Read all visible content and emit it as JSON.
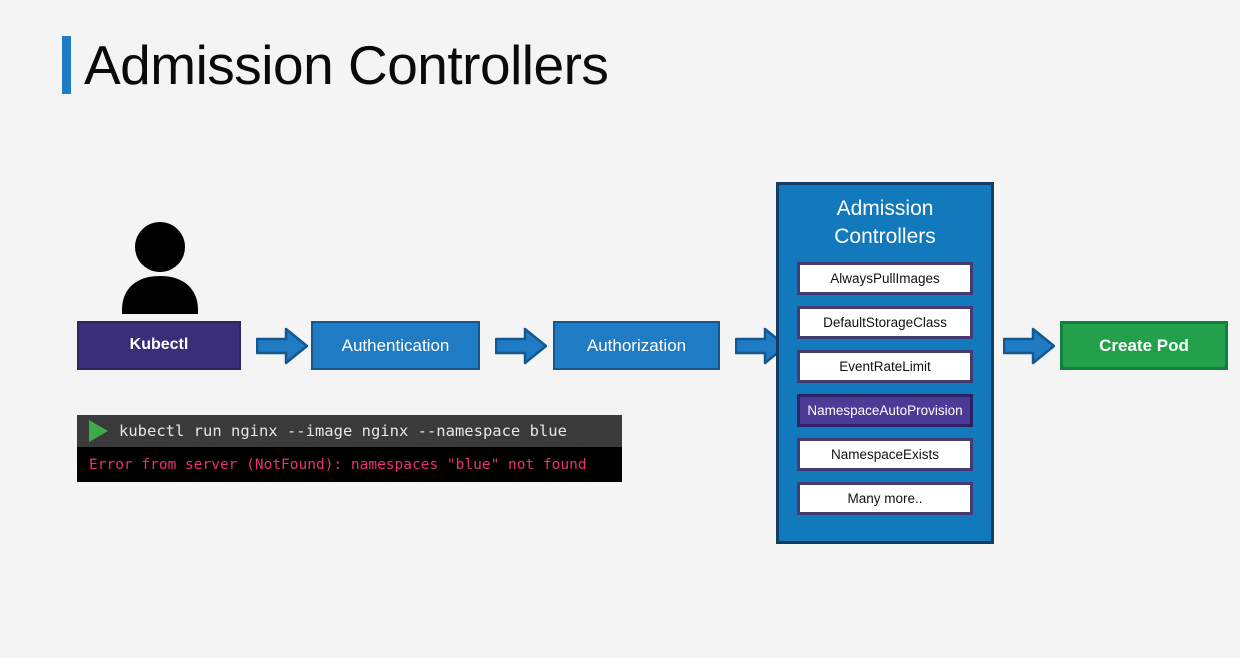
{
  "slide": {
    "title": "Admission Controllers",
    "accent_color": "#1e7bc4",
    "background_color": "#f4f4f4"
  },
  "actor": {
    "icon": "person-icon",
    "label": "Kubectl",
    "color": "#3a2e7a"
  },
  "flow": {
    "arrow_icon": "right-arrow-icon",
    "steps": [
      {
        "label": "Kubectl",
        "color": "#3a2e7a"
      },
      {
        "label": "Authentication",
        "color": "#1e7bc4"
      },
      {
        "label": "Authorization",
        "color": "#1e7bc4"
      },
      {
        "label": "Create Pod",
        "color": "#22a04a"
      }
    ]
  },
  "terminal": {
    "prompt_icon": "play-triangle-icon",
    "command": "kubectl run nginx --image nginx --namespace blue",
    "error": "Error from server (NotFound): namespaces \"blue\" not found",
    "command_bg": "#3a3a3a",
    "output_bg": "#000000",
    "error_color": "#e8336d"
  },
  "admission_panel": {
    "title": "Admission\nControllers",
    "title_line1": "Admission",
    "title_line2": "Controllers",
    "color": "#1379bd",
    "highlight_color": "#4b3a96",
    "items": [
      {
        "label": "AlwaysPullImages",
        "highlighted": false
      },
      {
        "label": "DefaultStorageClass",
        "highlighted": false
      },
      {
        "label": "EventRateLimit",
        "highlighted": false
      },
      {
        "label": "NamespaceAutoProvision",
        "highlighted": true
      },
      {
        "label": "NamespaceExists",
        "highlighted": false
      },
      {
        "label": "Many more..",
        "highlighted": false
      }
    ]
  }
}
